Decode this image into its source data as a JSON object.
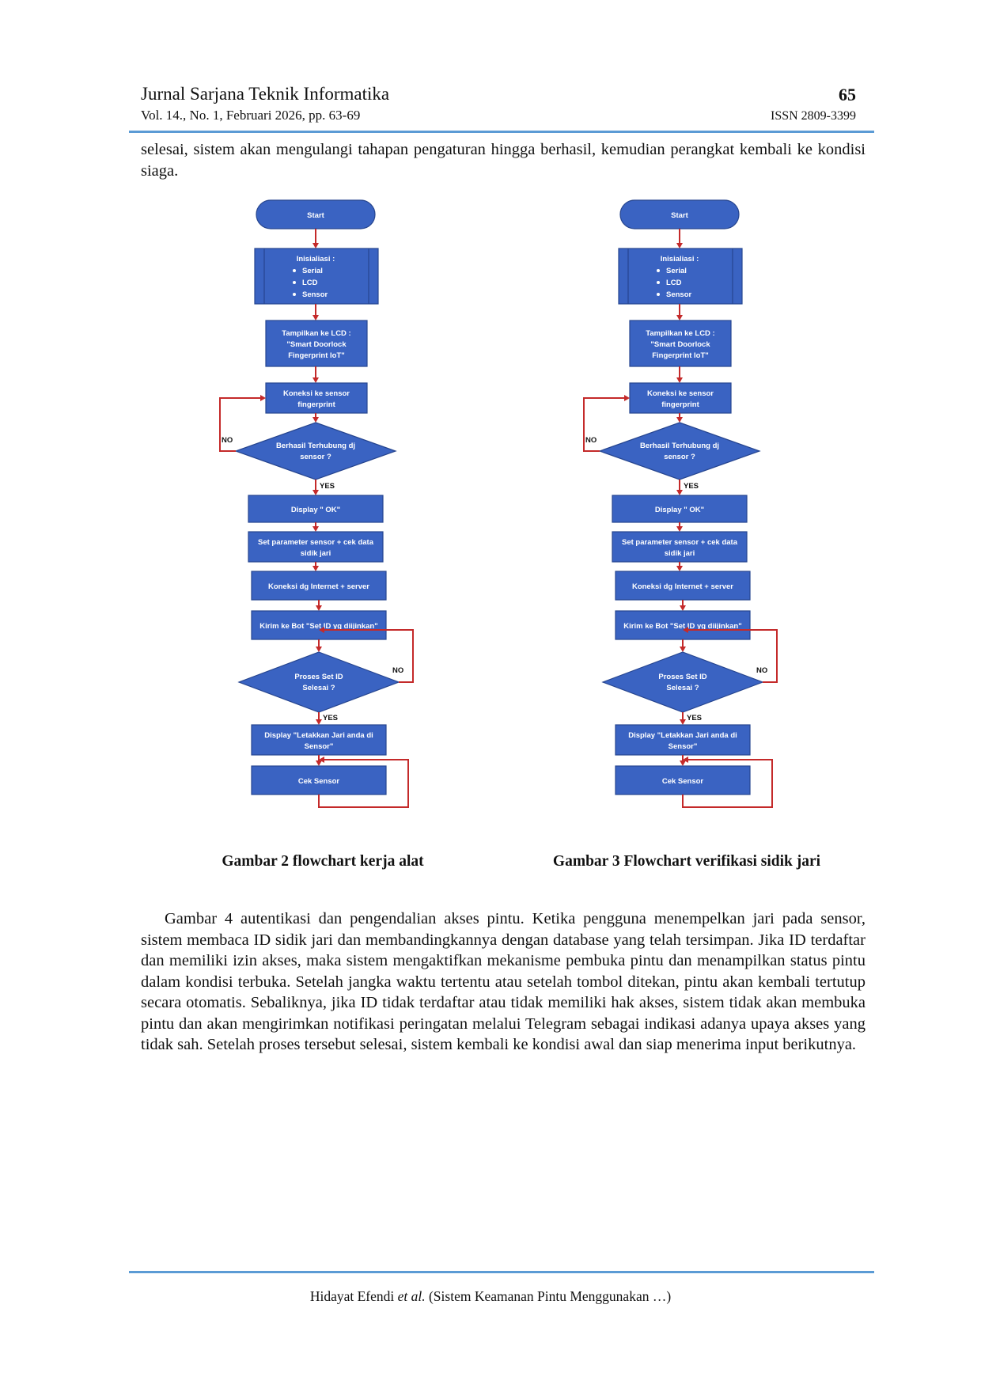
{
  "header": {
    "journal": "Jurnal Sarjana Teknik Informatika",
    "volume": "Vol. 14., No. 1, Februari 2026, pp. 63-69",
    "page": "65",
    "issn": "ISSN 2809-3399"
  },
  "intro_paragraph": "selesai, sistem akan mengulangi tahapan pengaturan hingga berhasil, kemudian perangkat kembali ke kondisi siaga.",
  "figures": [
    {
      "caption": "Gambar 2 flowchart kerja alat",
      "nodes": {
        "start": "Start",
        "init_title": "Inisialiasi :",
        "init_1": "Serial",
        "init_2": "LCD",
        "init_3": "Sensor",
        "lcd_1": "Tampilkan ke LCD :",
        "lcd_2": "\"Smart Doorlock",
        "lcd_3": "Fingerprint IoT\"",
        "conn_1": "Koneksi ke sensor",
        "conn_2": "fingerprint",
        "dec1_1": "Berhasil Terhubung  dj",
        "dec1_2": "sensor ?",
        "no1": "NO",
        "yes1": "YES",
        "ok": "Display \" OK\"",
        "set_1": "Set parameter sensor + cek data",
        "set_2": "sidik jari",
        "net": "Koneksi dg Internet + server",
        "bot": "Kirim ke Bot \"Set ID yg diijinkan\"",
        "dec2_1": "Proses Set ID",
        "dec2_2": "Selesai ?",
        "no2": "NO",
        "yes2": "YES",
        "disp_1": "Display \"Letakkan Jari anda di",
        "disp_2": "Sensor\"",
        "cek": "Cek Sensor"
      }
    },
    {
      "caption": "Gambar 3 Flowchart verifikasi sidik jari",
      "nodes": {
        "start": "Start",
        "init_title": "Inisialiasi :",
        "init_1": "Serial",
        "init_2": "LCD",
        "init_3": "Sensor",
        "lcd_1": "Tampilkan ke LCD :",
        "lcd_2": "\"Smart Doorlock",
        "lcd_3": "Fingerprint IoT\"",
        "conn_1": "Koneksi ke sensor",
        "conn_2": "fingerprint",
        "dec1_1": "Berhasil Terhubung  dj",
        "dec1_2": "sensor ?",
        "no1": "NO",
        "yes1": "YES",
        "ok": "Display \" OK\"",
        "set_1": "Set parameter sensor + cek data",
        "set_2": "sidik jari",
        "net": "Koneksi dg Internet + server",
        "bot": "Kirim ke Bot \"Set ID yg diijinkan\"",
        "dec2_1": "Proses Set ID",
        "dec2_2": "Selesai ?",
        "no2": "NO",
        "yes2": "YES",
        "disp_1": "Display \"Letakkan Jari anda di",
        "disp_2": "Sensor\"",
        "cek": "Cek Sensor"
      }
    }
  ],
  "body_paragraph": "Gambar 4 autentikasi dan pengendalian akses pintu. Ketika pengguna menempelkan jari pada sensor, sistem membaca ID sidik jari dan membandingkannya dengan database yang telah tersimpan. Jika ID terdaftar dan memiliki izin akses, maka sistem mengaktifkan mekanisme pembuka pintu dan menampilkan status pintu dalam kondisi terbuka. Setelah jangka waktu tertentu atau setelah tombol ditekan, pintu akan kembali tertutup secara otomatis. Sebaliknya, jika ID tidak terdaftar atau tidak memiliki hak akses, sistem tidak akan membuka pintu dan akan mengirimkan notifikasi peringatan melalui Telegram sebagai indikasi adanya upaya akses yang tidak sah. Setelah proses tersebut selesai, sistem kembali ke kondisi awal dan siap menerima input berikutnya.",
  "footer": {
    "author": "Hidayat Efendi",
    "etal": "et al.",
    "title": "(Sistem Keamanan Pintu Menggunakan …)"
  }
}
